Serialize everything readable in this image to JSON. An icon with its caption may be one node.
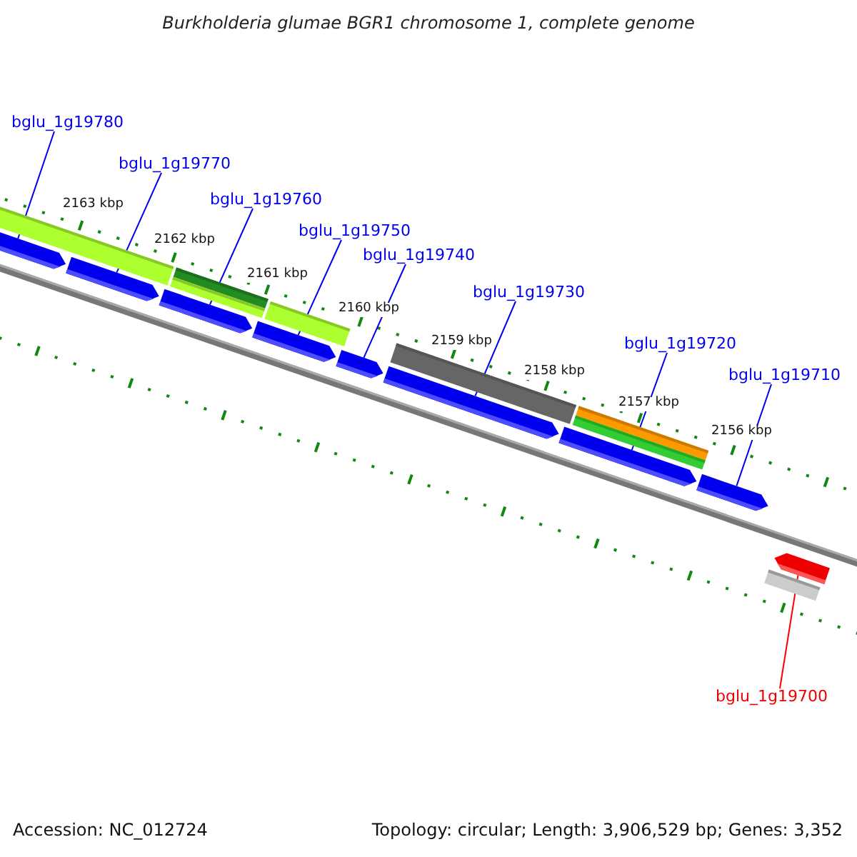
{
  "diagram": {
    "title": "Burkholderia glumae BGR1 chromosome 1, complete genome",
    "nodes": [
      {
        "text": [
          "bglu_1g19780"
        ]
      },
      {
        "text": [
          "bglu_1g19770"
        ]
      },
      {
        "text": [
          "bglu_1g19760"
        ]
      },
      {
        "text": [
          "bglu_1g19750"
        ]
      },
      {
        "text": [
          "bglu_1g19740"
        ]
      },
      {
        "text": [
          "bglu_1g19730"
        ]
      },
      {
        "text": [
          "bglu_1g19720"
        ]
      },
      {
        "text": [
          "bglu_1g19710"
        ]
      },
      {
        "text": [
          "bglu_1g19700"
        ]
      },
      {
        "text": [],
        "shape": "arrow"
      },
      {
        "text": [],
        "shape": "arrow"
      },
      {
        "text": [],
        "shape": "arrow"
      },
      {
        "text": [],
        "shape": "arrow"
      },
      {
        "text": [],
        "shape": "arrow"
      },
      {
        "text": [],
        "shape": "arrow"
      },
      {
        "text": [],
        "shape": "arrow"
      },
      {
        "text": [],
        "shape": "arrow"
      },
      {
        "text": [],
        "shape": "arrow"
      }
    ],
    "edges": [
      {
        "from": 0,
        "to": 9,
        "arrow": "none"
      },
      {
        "from": 1,
        "to": 10,
        "arrow": "none"
      },
      {
        "from": 2,
        "to": 11,
        "arrow": "none"
      },
      {
        "from": 3,
        "to": 12,
        "arrow": "none"
      },
      {
        "from": 4,
        "to": 13,
        "arrow": "none"
      },
      {
        "from": 5,
        "to": 14,
        "arrow": "none"
      },
      {
        "from": 6,
        "to": 15,
        "arrow": "none"
      },
      {
        "from": 7,
        "to": 16,
        "arrow": "none"
      },
      {
        "from": 8,
        "to": 17,
        "arrow": "none",
        "color": "#ff0000"
      }
    ],
    "labels": [
      "2163 kbp",
      "2162 kbp",
      "2161 kbp",
      "2160 kbp",
      "2159 kbp",
      "2158 kbp",
      "2157 kbp",
      "2156 kbp",
      "Accession: NC_012724",
      "Topology: circular; Length: 3,906,529 bp; Genes: 3,352"
    ]
  }
}
